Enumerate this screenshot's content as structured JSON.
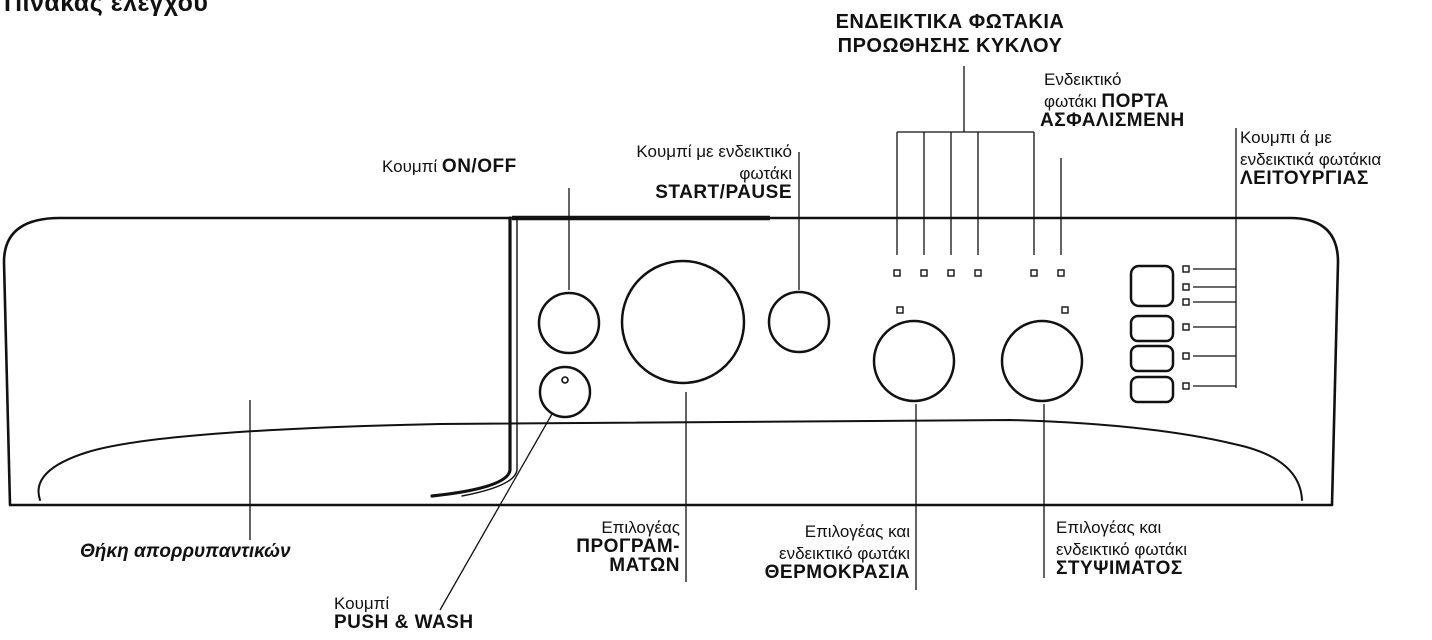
{
  "heading": "Πίνακας ελέγχου",
  "labels": {
    "cycle_leds": {
      "line1": "ΕΝΔΕΙΚΤΙΚΑ ΦΩΤΑΚΙΑ",
      "line2": "ΠΡΟΩΘΗΣΗΣ ΚΥΚΛΟΥ"
    },
    "door_led": {
      "line1": "Ενδεικτικό",
      "line2_plain": "φωτάκι ",
      "line2_bold": "ΠΟΡΤΑ",
      "line3_bold": "ΑΣΦΑΛΙΣΜΕΝΗ"
    },
    "function_buttons": {
      "line1": "Κουμπι ά με",
      "line2": "ενδεικτικά φωτάκια",
      "line3_bold": "ΛΕΙΤΟΥΡΓΙΑΣ"
    },
    "onoff": {
      "plain": "Κουμπί ",
      "bold": "ON/OFF"
    },
    "startpause": {
      "line1": "Κουμπί με ενδεικτικό",
      "line2": "φωτάκι",
      "line3_bold": "START/PAUSE"
    },
    "detergent": "Θήκη απορρυπαντικών",
    "pushwash": {
      "line1": "Κουμπί",
      "line2_bold": "PUSH & WASH"
    },
    "programs": {
      "line1": "Επιλογέας",
      "line2_bold": "ΠΡΟΓΡΑΜ-",
      "line3_bold": "ΜΑΤΩΝ"
    },
    "temperature": {
      "line1": "Επιλογέας και",
      "line2": "ενδεικτικό φωτάκι",
      "line3_bold": "ΘΕΡΜΟΚΡΑΣΙΑ"
    },
    "spin": {
      "line1": "Επιλογέας και",
      "line2": "ενδεικτικό φωτάκι",
      "line3_bold": "ΣΤΥΨΙΜΑΤΟΣ"
    }
  }
}
